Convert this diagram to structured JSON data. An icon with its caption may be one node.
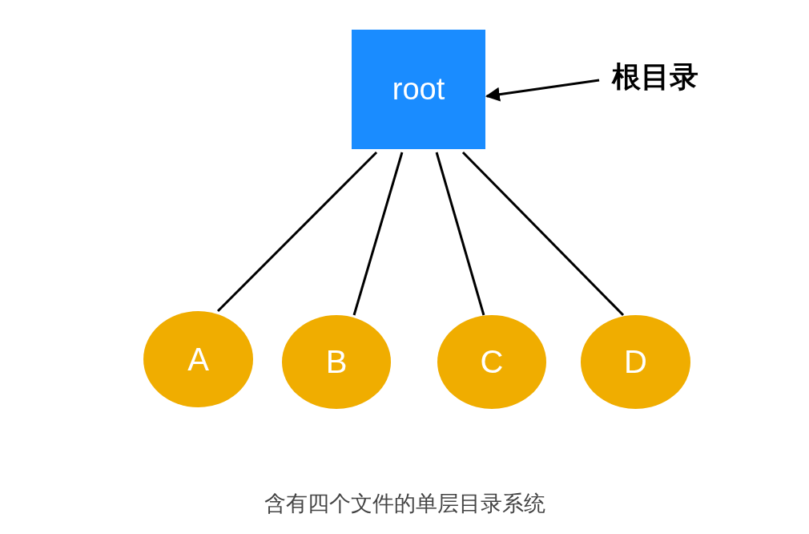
{
  "diagram": {
    "caption": "含有四个文件的单层目录系统",
    "nodes": [
      {
        "text": [
          "root"
        ]
      },
      {
        "text": [
          "A"
        ]
      },
      {
        "text": [
          "B"
        ]
      },
      {
        "text": [
          "C"
        ]
      },
      {
        "text": [
          "D"
        ]
      },
      {
        "text": [
          "根目录"
        ]
      }
    ],
    "edges": [
      {
        "from": 0,
        "to": 1,
        "arrow": "none"
      },
      {
        "from": 0,
        "to": 2,
        "arrow": "none"
      },
      {
        "from": 0,
        "to": 3,
        "arrow": "none"
      },
      {
        "from": 0,
        "to": 4,
        "arrow": "none"
      },
      {
        "from": 5,
        "to": 0,
        "arrow": "to"
      }
    ]
  }
}
